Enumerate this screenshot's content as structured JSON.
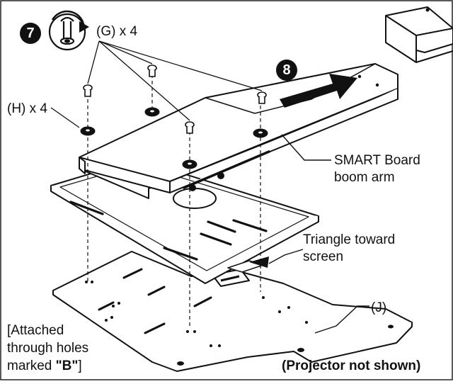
{
  "steps": {
    "step7": "7",
    "step8": "8"
  },
  "labels": {
    "screws": "(G) x 4",
    "washers": "(H) x 4",
    "boom_arm_line1": "SMART Board",
    "boom_arm_line2": "boom arm",
    "triangle_line1": "Triangle toward",
    "triangle_line2": "screen",
    "plate": "(J)",
    "attached_line1": "[Attached",
    "attached_line2": "through holes",
    "attached_line3_prefix": "marked ",
    "attached_line3_bold": "\"B\"",
    "attached_line3_suffix": "]",
    "projector_note": "(Projector not shown)"
  },
  "icons": [
    "screw-tighten-icon",
    "rotate-clockwise-arrow-icon",
    "push-arrow-icon"
  ],
  "colors": {
    "ink": "#111111",
    "background": "#ffffff"
  }
}
